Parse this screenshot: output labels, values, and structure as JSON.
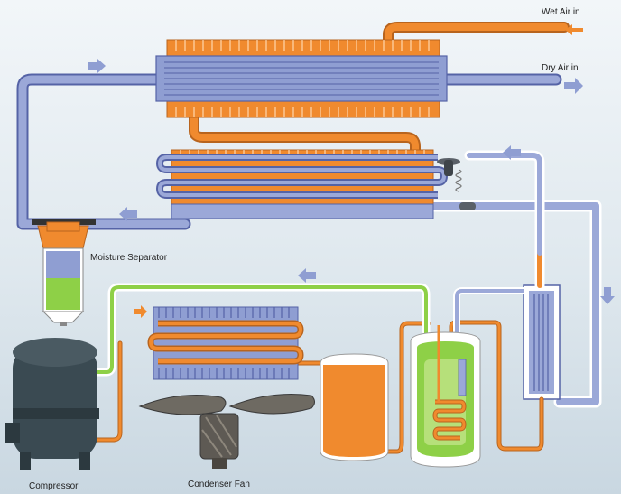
{
  "labels": {
    "wet_air_in": "Wet Air in",
    "dry_air_in": "Dry Air in",
    "moisture_separator": "Moisture Separator",
    "compressor": "Compressor",
    "condenser_fan": "Condenser Fan"
  },
  "colors": {
    "orange": "#f08a2e",
    "air_blue": "#8f9ed2",
    "dark_blue": "#5563a6",
    "green": "#8ed047",
    "dark": "#3a4a52"
  }
}
